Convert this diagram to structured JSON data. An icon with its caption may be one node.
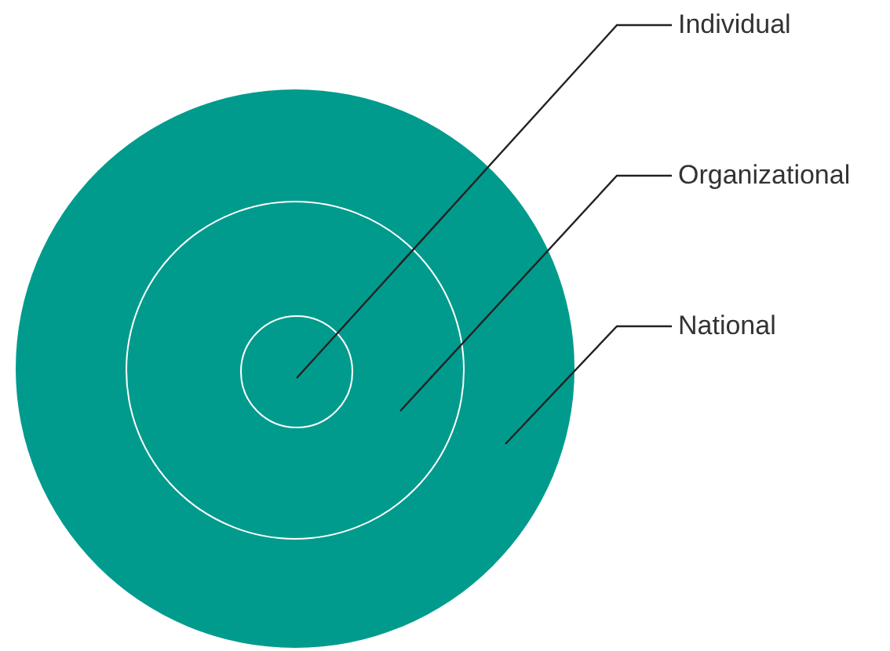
{
  "diagram": {
    "nodes": [
      {
        "text": [],
        "shape": "circle"
      },
      {
        "text": [],
        "shape": "circle",
        "in": 0
      },
      {
        "text": [],
        "shape": "circle",
        "in": 1
      },
      {
        "text": [
          "Individual"
        ]
      },
      {
        "text": [
          "Organizational"
        ]
      },
      {
        "text": [
          "National"
        ]
      }
    ],
    "edges": [
      {
        "from": 3,
        "to": 2,
        "arrow": "none"
      },
      {
        "from": 4,
        "to": 1,
        "arrow": "none"
      },
      {
        "from": 5,
        "to": 0,
        "arrow": "none"
      }
    ]
  }
}
